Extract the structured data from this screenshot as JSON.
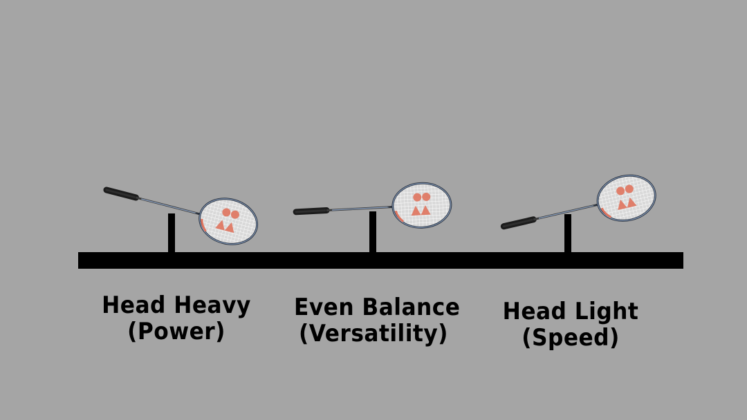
{
  "colors": {
    "background": "#a5a5a5",
    "beam": "#000000",
    "racket_frame": "#2c3440",
    "racket_strings": "#e9e9e9",
    "racket_accent": "#e0755f",
    "grip": "#1c1c1c"
  },
  "icons": [
    "badminton-racket-icon"
  ],
  "items": [
    {
      "title": "Head Heavy",
      "subtitle": "(Power)"
    },
    {
      "title": "Even Balance",
      "subtitle": "(Versatility)"
    },
    {
      "title": "Head Light",
      "subtitle": "(Speed)"
    }
  ]
}
